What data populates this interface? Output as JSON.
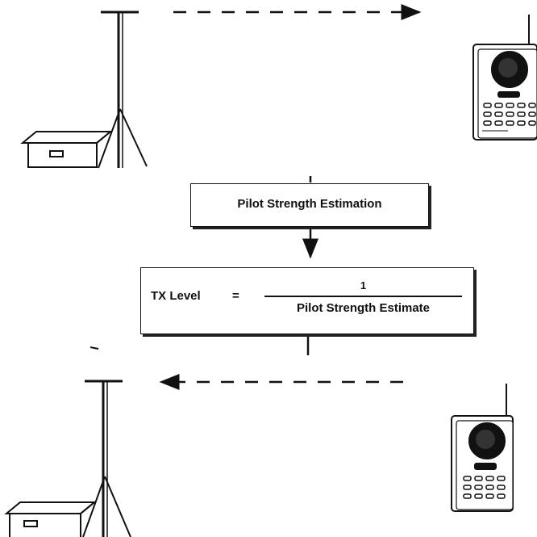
{
  "diagram": {
    "estimation_box": {
      "label": "Pilot Strength Estimation"
    },
    "formula_box": {
      "lhs": "TX Level",
      "equals": "=",
      "numerator": "1",
      "denominator": "Pilot Strength Estimate"
    },
    "colors": {
      "ink": "#111111",
      "background": "#ffffff"
    }
  }
}
